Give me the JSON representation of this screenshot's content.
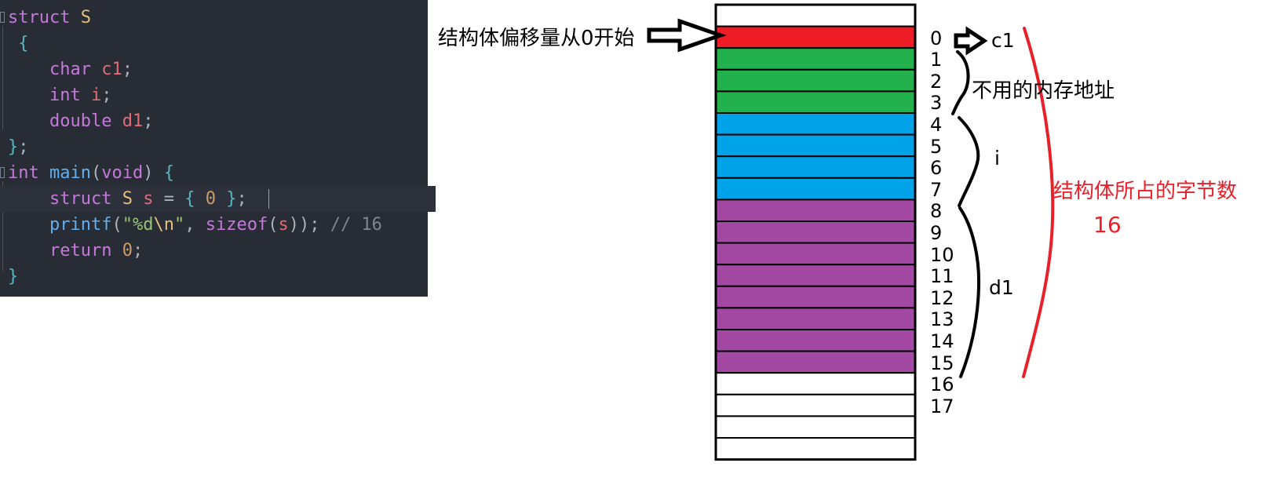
{
  "code": {
    "lines": [
      {
        "tokens": [
          {
            "t": "struct",
            "c": "kw"
          },
          {
            "t": " ",
            "c": "pun"
          },
          {
            "t": "S",
            "c": "type"
          }
        ]
      },
      {
        "tokens": [
          {
            "t": " {",
            "c": "brace"
          }
        ]
      },
      {
        "tokens": [
          {
            "t": "    ",
            "c": "pun"
          },
          {
            "t": "char",
            "c": "kw"
          },
          {
            "t": " ",
            "c": "pun"
          },
          {
            "t": "c1",
            "c": "var"
          },
          {
            "t": ";",
            "c": "pun"
          }
        ]
      },
      {
        "tokens": [
          {
            "t": "    ",
            "c": "pun"
          },
          {
            "t": "int",
            "c": "kw"
          },
          {
            "t": " ",
            "c": "pun"
          },
          {
            "t": "i",
            "c": "var"
          },
          {
            "t": ";",
            "c": "pun"
          }
        ]
      },
      {
        "tokens": [
          {
            "t": "    ",
            "c": "pun"
          },
          {
            "t": "double",
            "c": "kw"
          },
          {
            "t": " ",
            "c": "pun"
          },
          {
            "t": "d1",
            "c": "var"
          },
          {
            "t": ";",
            "c": "pun"
          }
        ]
      },
      {
        "tokens": [
          {
            "t": "}",
            "c": "brace"
          },
          {
            "t": ";",
            "c": "pun"
          }
        ]
      },
      {
        "tokens": [
          {
            "t": "int",
            "c": "kw"
          },
          {
            "t": " ",
            "c": "pun"
          },
          {
            "t": "main",
            "c": "fn"
          },
          {
            "t": "(",
            "c": "pun"
          },
          {
            "t": "void",
            "c": "kw"
          },
          {
            "t": ") ",
            "c": "pun"
          },
          {
            "t": "{",
            "c": "brace"
          }
        ]
      },
      {
        "tokens": [
          {
            "t": "    ",
            "c": "pun"
          },
          {
            "t": "struct",
            "c": "kw"
          },
          {
            "t": " ",
            "c": "pun"
          },
          {
            "t": "S",
            "c": "type"
          },
          {
            "t": " ",
            "c": "pun"
          },
          {
            "t": "s",
            "c": "var"
          },
          {
            "t": " = ",
            "c": "pun"
          },
          {
            "t": "{",
            "c": "brace"
          },
          {
            "t": " ",
            "c": "pun"
          },
          {
            "t": "0",
            "c": "num"
          },
          {
            "t": " ",
            "c": "pun"
          },
          {
            "t": "}",
            "c": "brace"
          },
          {
            "t": ";",
            "c": "pun"
          }
        ]
      },
      {
        "tokens": [
          {
            "t": "    ",
            "c": "pun"
          },
          {
            "t": "printf",
            "c": "fn"
          },
          {
            "t": "(",
            "c": "pun"
          },
          {
            "t": "\"%d",
            "c": "str"
          },
          {
            "t": "\\n",
            "c": "esc"
          },
          {
            "t": "\"",
            "c": "str"
          },
          {
            "t": ", ",
            "c": "pun"
          },
          {
            "t": "sizeof",
            "c": "kw"
          },
          {
            "t": "(",
            "c": "pun"
          },
          {
            "t": "s",
            "c": "var"
          },
          {
            "t": "));",
            "c": "pun"
          },
          {
            "t": " // 16",
            "c": "cmt"
          }
        ]
      },
      {
        "tokens": [
          {
            "t": "    ",
            "c": "pun"
          },
          {
            "t": "return",
            "c": "kw"
          },
          {
            "t": " ",
            "c": "pun"
          },
          {
            "t": "0",
            "c": "num"
          },
          {
            "t": ";",
            "c": "pun"
          }
        ]
      },
      {
        "tokens": [
          {
            "t": "}",
            "c": "brace"
          }
        ]
      }
    ]
  },
  "diagram": {
    "offset_start_label": "结构体偏移量从0开始",
    "unused_label": "不用的内存地址",
    "total_label": "结构体所占的字节数",
    "total_value": "16",
    "members": [
      {
        "name": "c1"
      },
      {
        "name": "i"
      },
      {
        "name": "d1"
      }
    ],
    "offsets": [
      "0",
      "1",
      "2",
      "3",
      "4",
      "5",
      "6",
      "7",
      "8",
      "9",
      "10",
      "11",
      "12",
      "13",
      "14",
      "15",
      "16",
      "17"
    ],
    "cells": [
      {
        "role": "empty",
        "color": "#ffffff"
      },
      {
        "role": "c1",
        "color": "#ee1c25"
      },
      {
        "role": "padding",
        "color": "#22b14c"
      },
      {
        "role": "padding",
        "color": "#22b14c"
      },
      {
        "role": "padding",
        "color": "#22b14c"
      },
      {
        "role": "i",
        "color": "#00a2e8"
      },
      {
        "role": "i",
        "color": "#00a2e8"
      },
      {
        "role": "i",
        "color": "#00a2e8"
      },
      {
        "role": "i",
        "color": "#00a2e8"
      },
      {
        "role": "d1",
        "color": "#a349a4"
      },
      {
        "role": "d1",
        "color": "#a349a4"
      },
      {
        "role": "d1",
        "color": "#a349a4"
      },
      {
        "role": "d1",
        "color": "#a349a4"
      },
      {
        "role": "d1",
        "color": "#a349a4"
      },
      {
        "role": "d1",
        "color": "#a349a4"
      },
      {
        "role": "d1",
        "color": "#a349a4"
      },
      {
        "role": "d1",
        "color": "#a349a4"
      },
      {
        "role": "empty",
        "color": "#ffffff"
      },
      {
        "role": "empty",
        "color": "#ffffff"
      },
      {
        "role": "empty",
        "color": "#ffffff"
      },
      {
        "role": "empty",
        "color": "#ffffff"
      }
    ]
  }
}
